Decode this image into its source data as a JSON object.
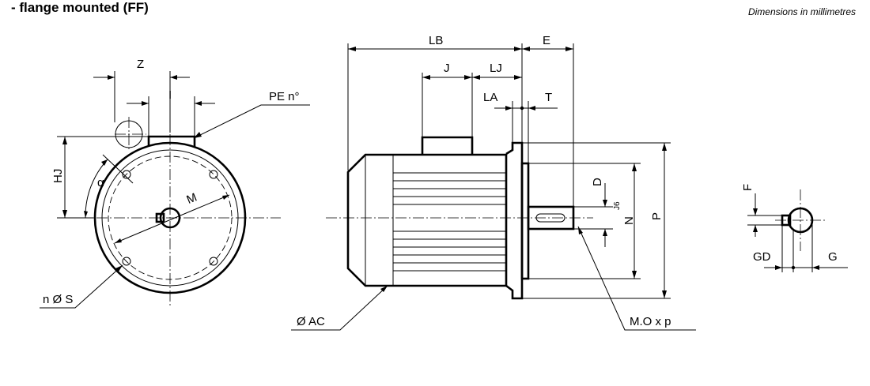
{
  "header": {
    "title": "- flange mounted (FF)",
    "units_note": "Dimensions in millimetres"
  },
  "labels": {
    "z": "Z",
    "i": "I",
    "pe": "PE n°",
    "hj": "HJ",
    "alpha": "α",
    "m": "M",
    "nos": "n Ø S",
    "lb": "LB",
    "e": "E",
    "j": "J",
    "lj": "LJ",
    "la": "LA",
    "t": "T",
    "d": "D",
    "n": "N",
    "n_tol": "J6",
    "p": "P",
    "oac": "Ø AC",
    "mox": "M.O x p",
    "f": "F",
    "gd": "GD",
    "g": "G"
  }
}
